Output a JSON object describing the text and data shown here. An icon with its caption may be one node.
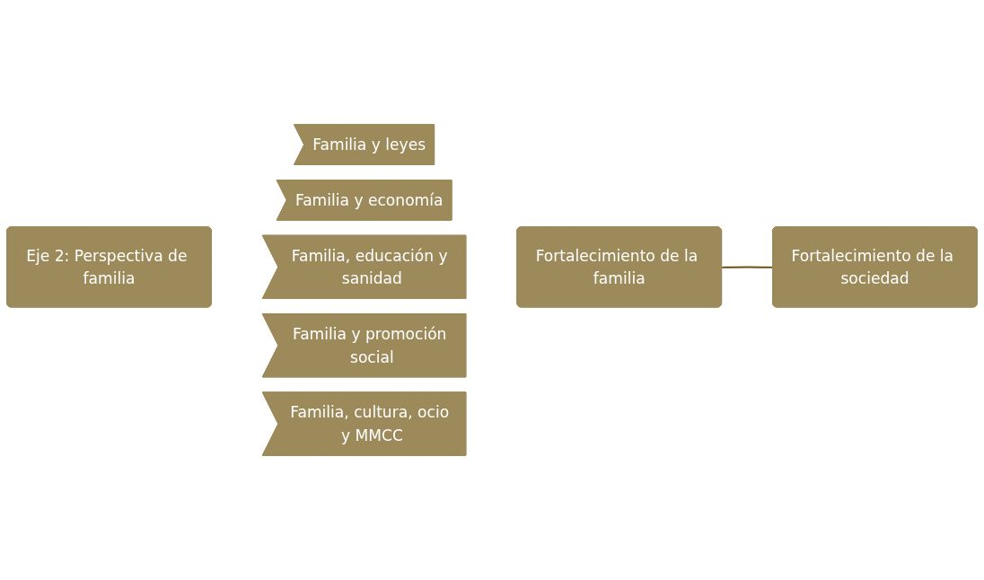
{
  "diagram": {
    "nodes": [
      {
        "text": [
          "Eje 2: Perspectiva de familia"
        ]
      },
      {
        "text": [
          "Familia y leyes"
        ]
      },
      {
        "text": [
          "Familia y economía"
        ]
      },
      {
        "text": [
          "Familia, educación y sanidad"
        ]
      },
      {
        "text": [
          "Familia y promoción social"
        ]
      },
      {
        "text": [
          "Familia, cultura, ocio y MMCC"
        ]
      },
      {
        "text": [
          "Fortalecimiento de la familia"
        ]
      },
      {
        "text": [
          "Fortalecimiento de la sociedad"
        ]
      }
    ],
    "edges": [
      {
        "from": 6,
        "to": 7,
        "arrow": "none"
      }
    ]
  }
}
